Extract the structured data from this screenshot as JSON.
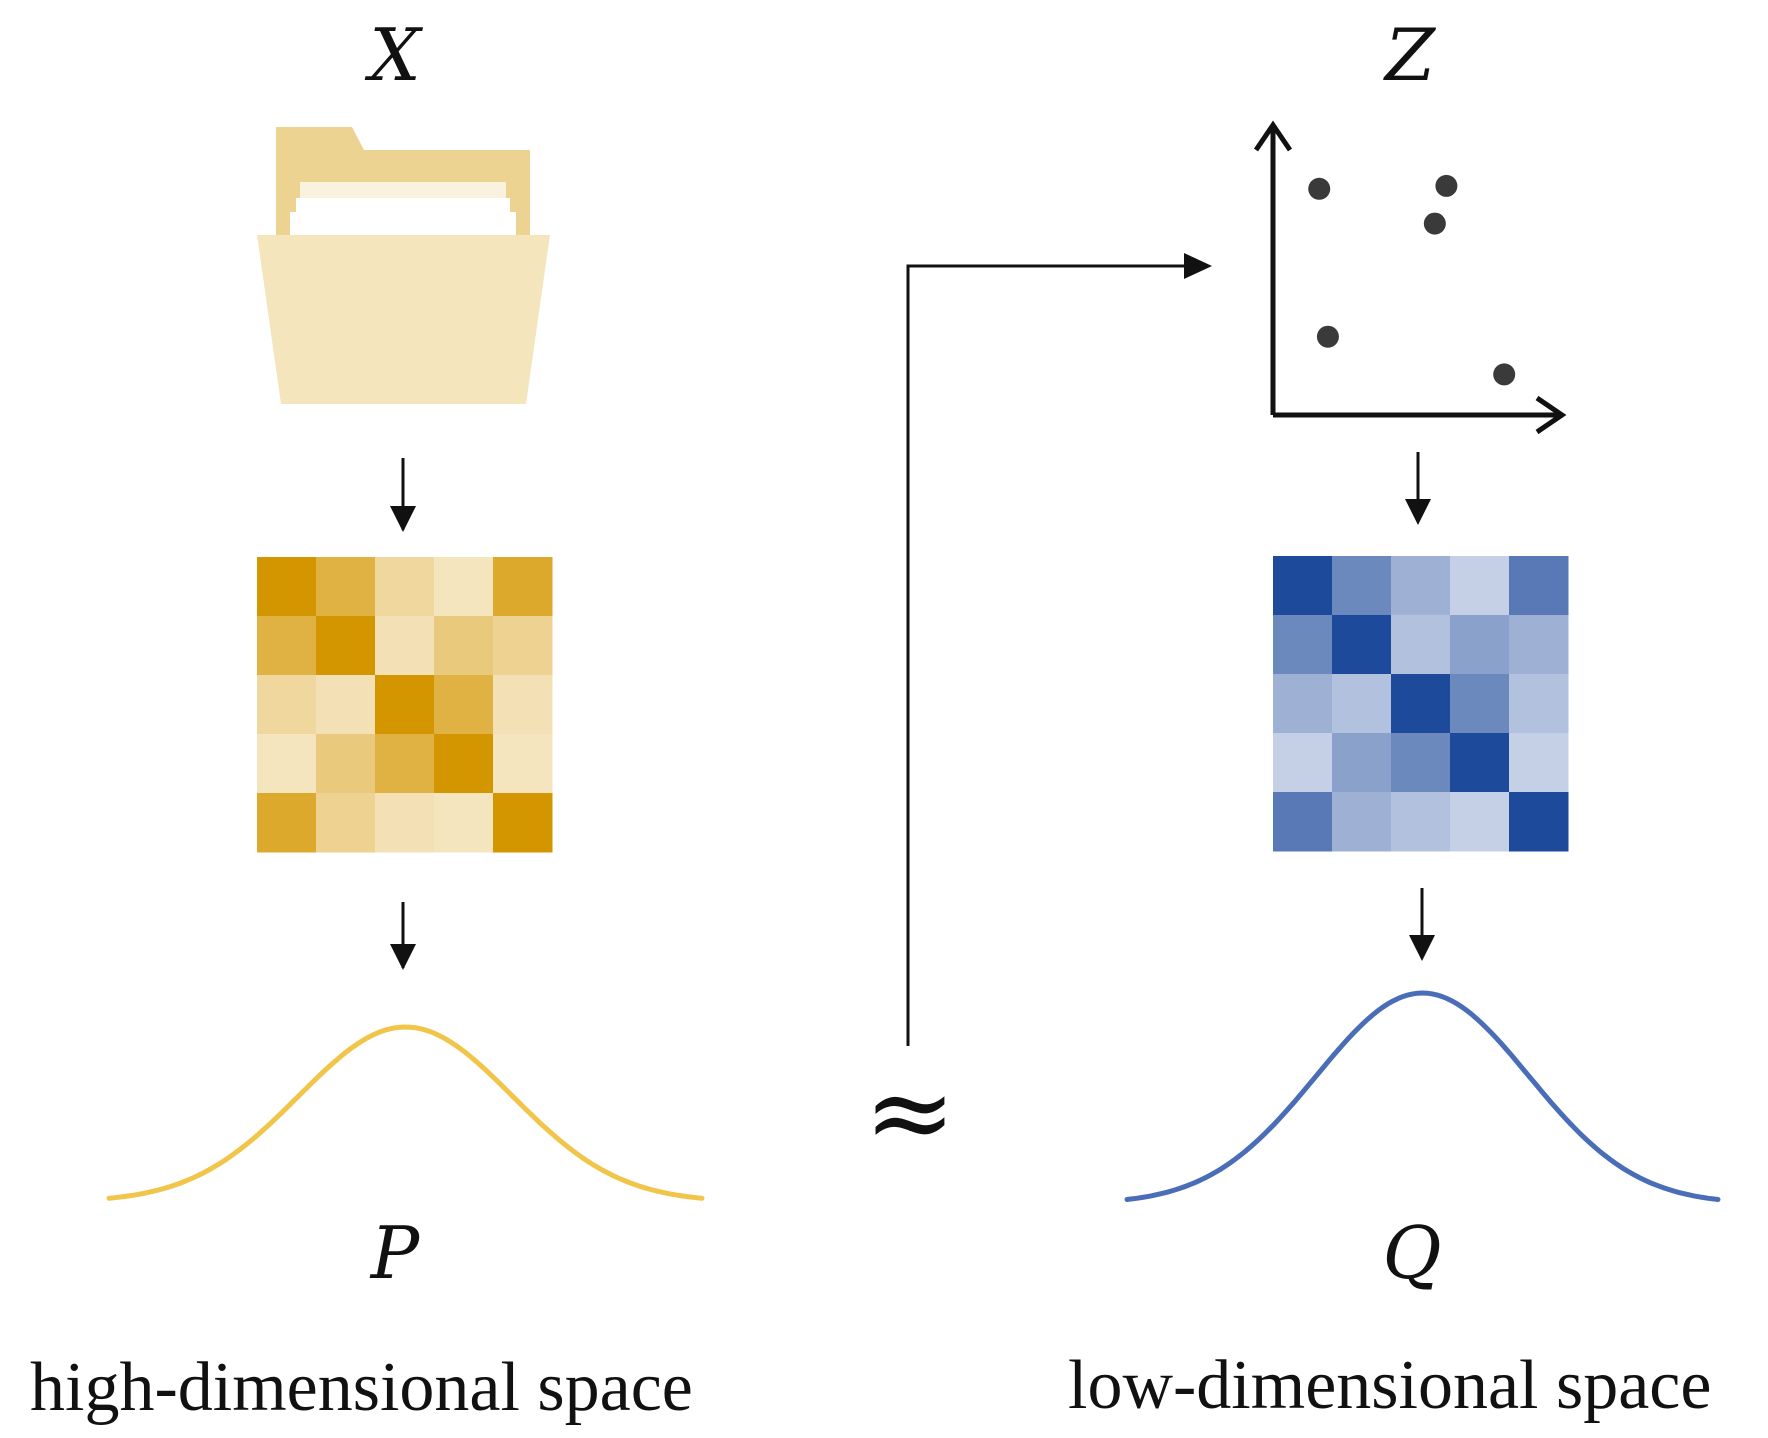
{
  "high": {
    "input_label": "X",
    "dist_label": "P",
    "caption": "high-dimensional space",
    "color": "#F0C54A",
    "matrix": [
      [
        1.0,
        0.7,
        0.3,
        0.15,
        0.8
      ],
      [
        0.7,
        1.0,
        0.2,
        0.45,
        0.35
      ],
      [
        0.3,
        0.2,
        1.0,
        0.7,
        0.2
      ],
      [
        0.15,
        0.45,
        0.7,
        1.0,
        0.15
      ],
      [
        0.8,
        0.35,
        0.2,
        0.15,
        1.0
      ]
    ]
  },
  "low": {
    "embed_label": "Z",
    "dist_label": "Q",
    "caption": "low-dimensional space",
    "color": "#4A6DB8",
    "matrix": [
      [
        1.0,
        0.6,
        0.35,
        0.15,
        0.7
      ],
      [
        0.6,
        1.0,
        0.25,
        0.45,
        0.35
      ],
      [
        0.35,
        0.25,
        1.0,
        0.6,
        0.25
      ],
      [
        0.15,
        0.45,
        0.6,
        1.0,
        0.15
      ],
      [
        0.7,
        0.35,
        0.25,
        0.15,
        1.0
      ]
    ],
    "scatter_points": [
      [
        0.16,
        0.78
      ],
      [
        0.6,
        0.79
      ],
      [
        0.56,
        0.66
      ],
      [
        0.19,
        0.27
      ],
      [
        0.8,
        0.14
      ]
    ]
  },
  "relation_symbol": "≈",
  "colors": {
    "high_cell_max": "#D49600",
    "high_cell_min": "#FBF3E1",
    "low_cell_max": "#1D4A9A",
    "low_cell_min": "#E3E8F3",
    "folder_back": "#EDD391",
    "folder_front": "#F4E5BD",
    "point": "#3A3A3A"
  }
}
